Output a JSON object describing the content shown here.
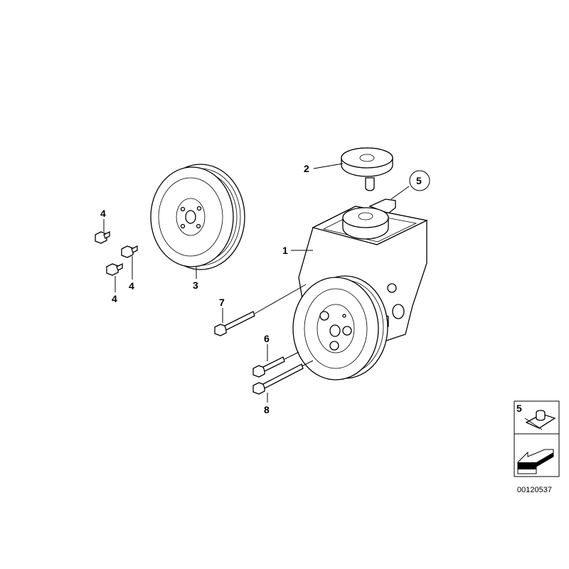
{
  "diagram": {
    "callouts": [
      {
        "id": "label-1",
        "text": "1",
        "part": "power-steering-pump"
      },
      {
        "id": "label-2",
        "text": "2",
        "part": "reservoir-cap"
      },
      {
        "id": "label-3",
        "text": "3",
        "part": "pulley"
      },
      {
        "id": "label-4a",
        "text": "4",
        "part": "bolt"
      },
      {
        "id": "label-4b",
        "text": "4",
        "part": "bolt"
      },
      {
        "id": "label-4c",
        "text": "4",
        "part": "bolt"
      },
      {
        "id": "label-5",
        "text": "5",
        "part": "clip-nut",
        "circled": true
      },
      {
        "id": "label-6",
        "text": "6",
        "part": "bolt"
      },
      {
        "id": "label-7",
        "text": "7",
        "part": "bolt"
      },
      {
        "id": "label-8",
        "text": "8",
        "part": "stud-bolt"
      }
    ],
    "inset": {
      "label": "5",
      "document_number": "00120537"
    }
  }
}
